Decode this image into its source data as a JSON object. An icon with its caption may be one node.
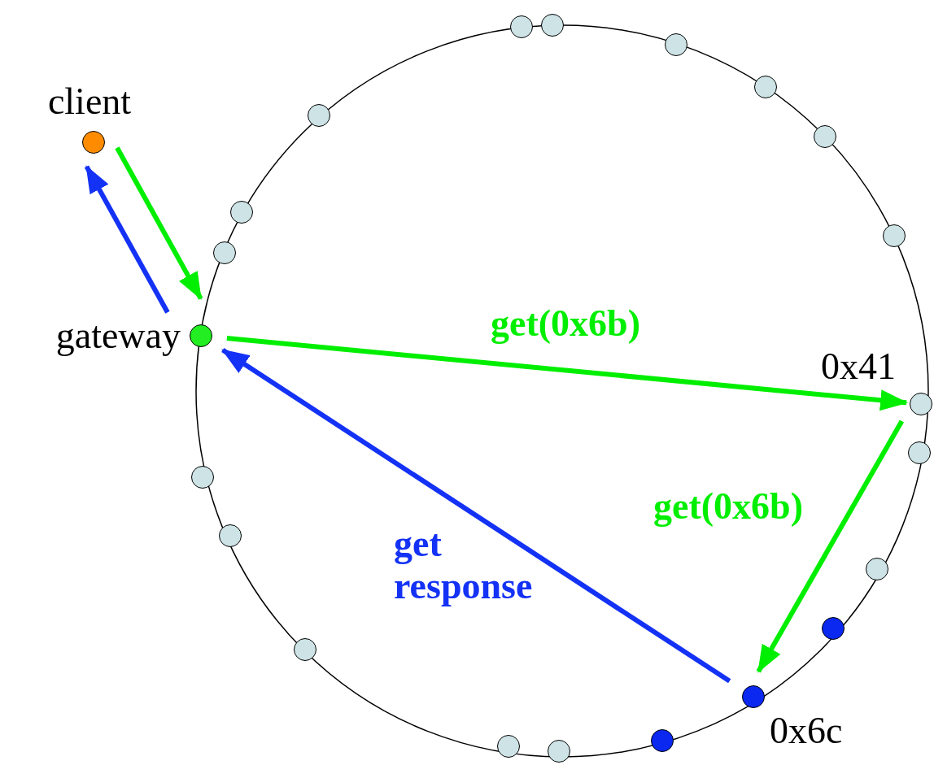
{
  "diagram": {
    "nodes": [
      {
        "text": [
          "client"
        ]
      },
      {
        "text": [
          "gateway"
        ]
      },
      {
        "text": [
          "0x41"
        ]
      },
      {
        "text": [
          "0x6c"
        ]
      },
      {
        "text": [],
        "shape": "circle"
      },
      {
        "text": [],
        "shape": "circle"
      },
      {
        "text": [],
        "shape": "circle"
      },
      {
        "text": [],
        "shape": "circle"
      },
      {
        "text": [],
        "shape": "circle"
      },
      {
        "text": [],
        "shape": "circle"
      },
      {
        "text": [],
        "shape": "circle"
      },
      {
        "text": [],
        "shape": "circle"
      },
      {
        "text": [],
        "shape": "circle"
      },
      {
        "text": [],
        "shape": "circle"
      },
      {
        "text": [],
        "shape": "circle"
      },
      {
        "text": [],
        "shape": "circle"
      },
      {
        "text": [],
        "shape": "circle"
      },
      {
        "text": [],
        "shape": "circle"
      },
      {
        "text": [],
        "shape": "circle"
      },
      {
        "text": [],
        "shape": "circle"
      },
      {
        "text": [],
        "shape": "circle"
      },
      {
        "text": [],
        "shape": "circle"
      }
    ],
    "edges": [
      {
        "from": 0,
        "to": 1,
        "arrow": "to"
      },
      {
        "from": 1,
        "to": 0,
        "arrow": "to",
        "color": "#1432f5"
      },
      {
        "from": 1,
        "to": 2,
        "arrow": "to",
        "label": "get(0x6b)"
      },
      {
        "from": 2,
        "to": 3,
        "arrow": "to",
        "label": "get(0x6b)"
      },
      {
        "from": 3,
        "to": 1,
        "arrow": "to",
        "label": "get response",
        "color": "#1432f5"
      }
    ]
  }
}
